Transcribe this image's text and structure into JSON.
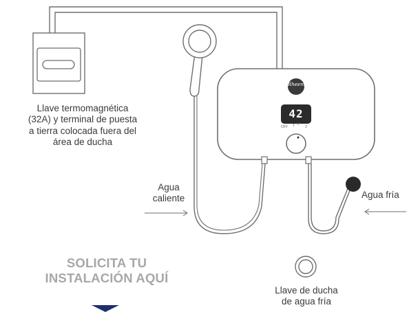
{
  "breaker": {
    "label_lines": [
      "Llave termomagnética",
      "(32A) y terminal de puesta",
      "a tierra colocada fuera del",
      "área de ducha"
    ]
  },
  "heater": {
    "brand": "Rheem",
    "display_value": "42",
    "knob_marks": {
      "off": "OFF",
      "one": "1",
      "two": "2",
      "three": "3"
    }
  },
  "inlets": {
    "hot_label_lines": [
      "Agua",
      "caliente"
    ],
    "cold_label": "Agua fría"
  },
  "valve": {
    "label_lines": [
      "Llave de ducha",
      "de agua fría"
    ]
  },
  "cta": {
    "line1": "SOLICITA TU",
    "line2": "INSTALACIÓN AQUÍ"
  },
  "colors": {
    "line": "#6e6e6e",
    "heater_body": "#ffffff",
    "display_bg": "#2b2b2b",
    "cta_text": "#a7a7a7",
    "cta_arrow": "#1f2f6b",
    "cold_knob": "#2a2a2a"
  },
  "icons": [
    "breaker-switch-icon",
    "shower-head-icon",
    "rheem-logo-icon",
    "temperature-knob-icon",
    "cold-water-valve-icon",
    "down-chevron-icon"
  ]
}
